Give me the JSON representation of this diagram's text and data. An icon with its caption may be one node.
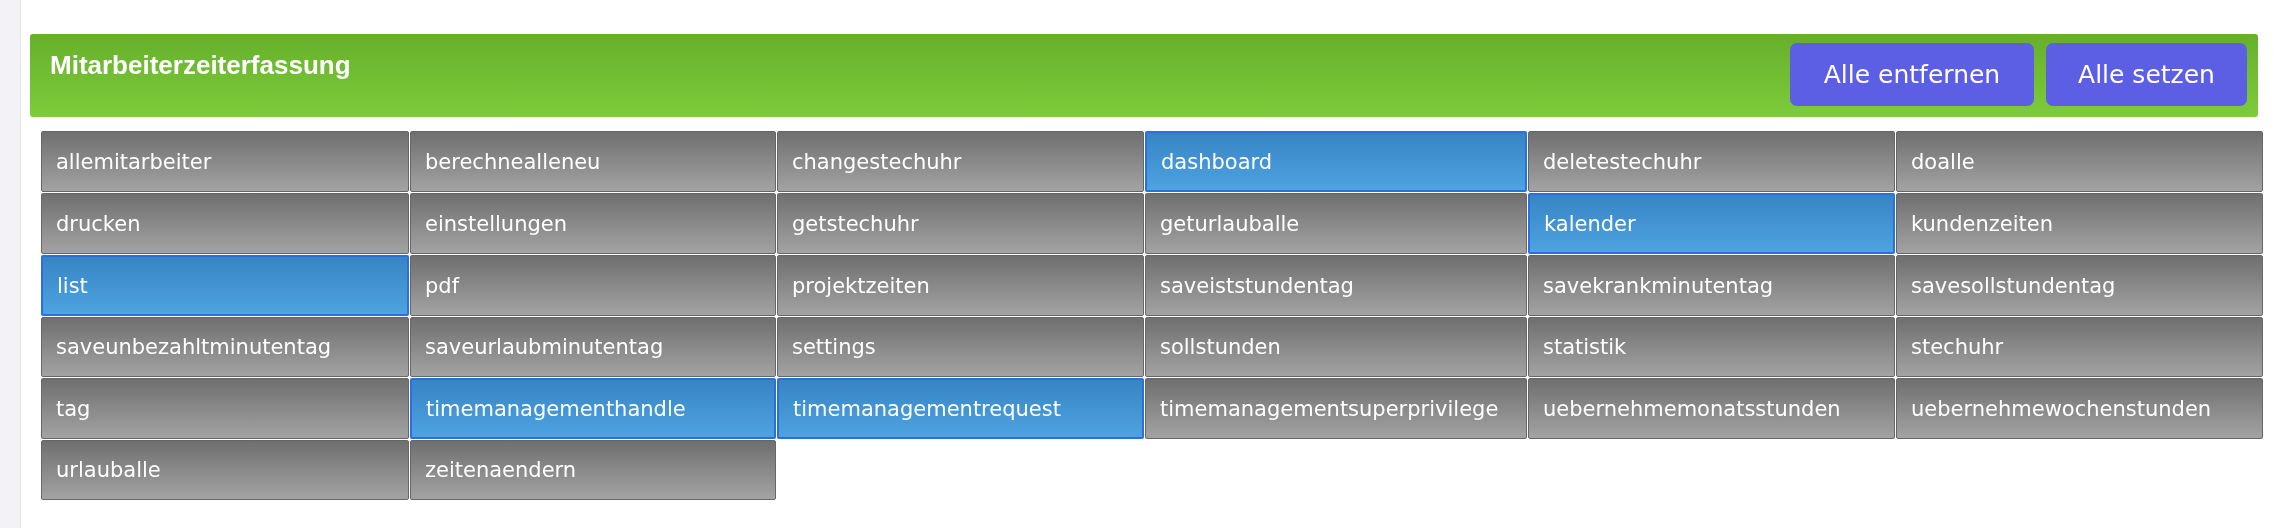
{
  "diagram": {
    "nodes": [
      {
        "text": [
          "Mitarbeiterzeiterfassung"
        ]
      },
      {
        "text": [
          "Alle entfernen"
        ],
        "in": 0
      },
      {
        "text": [
          "Alle setzen"
        ],
        "in": 0
      },
      {
        "text": [
          "allemitarbeiter"
        ]
      },
      {
        "text": [
          "berechnealleneu"
        ]
      },
      {
        "text": [
          "changestechuhr"
        ]
      },
      {
        "text": [
          "dashboard"
        ]
      },
      {
        "text": [
          "deletestechuhr"
        ]
      },
      {
        "text": [
          "doalle"
        ]
      },
      {
        "text": [
          "drucken"
        ]
      },
      {
        "text": [
          "einstellungen"
        ]
      },
      {
        "text": [
          "getstechuhr"
        ]
      },
      {
        "text": [
          "geturlauballe"
        ]
      },
      {
        "text": [
          "kalender"
        ]
      },
      {
        "text": [
          "kundenzeiten"
        ]
      },
      {
        "text": [
          "list"
        ]
      },
      {
        "text": [
          "pdf"
        ]
      },
      {
        "text": [
          "projektzeiten"
        ]
      },
      {
        "text": [
          "saveiststundentag"
        ]
      },
      {
        "text": [
          "savekrankminutentag"
        ]
      },
      {
        "text": [
          "savesollstundentag"
        ]
      },
      {
        "text": [
          "saveunbezahltminutentag"
        ]
      },
      {
        "text": [
          "saveurlaubminutentag"
        ]
      },
      {
        "text": [
          "settings"
        ]
      },
      {
        "text": [
          "sollstunden"
        ]
      },
      {
        "text": [
          "statistik"
        ]
      },
      {
        "text": [
          "stechuhr"
        ]
      },
      {
        "text": [
          "tag"
        ]
      },
      {
        "text": [
          "timemanagementhandle"
        ]
      },
      {
        "text": [
          "timemanagementrequest"
        ]
      },
      {
        "text": [
          "timemanagementsuperprivilege"
        ]
      },
      {
        "text": [
          "uebernehmemonatsstunden"
        ]
      },
      {
        "text": [
          "uebernehmewochenstunden"
        ]
      },
      {
        "text": [
          "urlauballe"
        ]
      },
      {
        "text": [
          "zeitenaendern"
        ]
      }
    ]
  }
}
